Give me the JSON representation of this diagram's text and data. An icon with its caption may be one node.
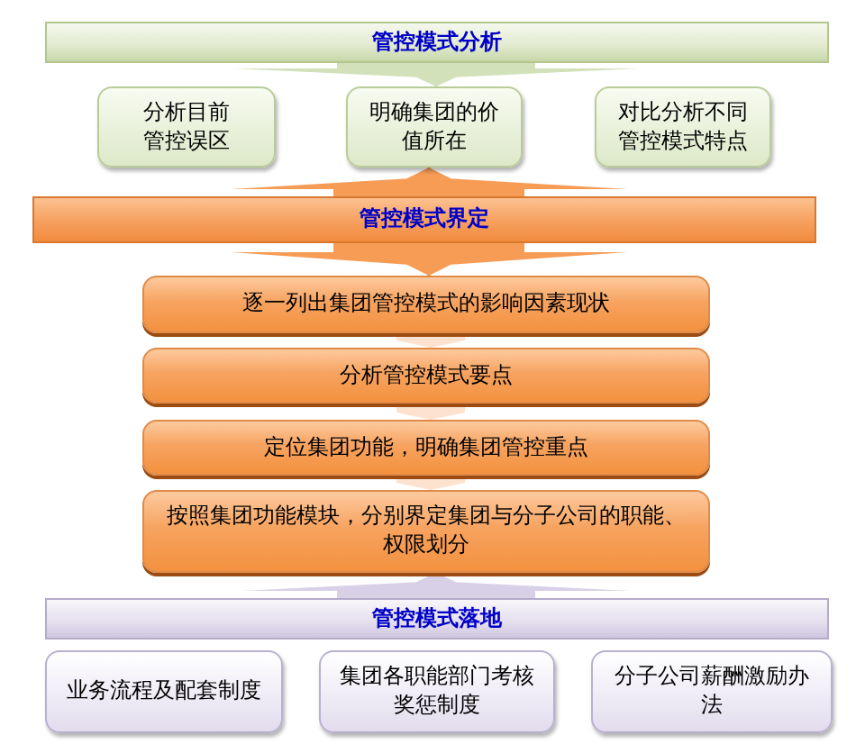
{
  "diagram": {
    "nodes": [
      {
        "text": [
          "管控模式分析"
        ]
      },
      {
        "text": [
          "分析目前管控误区"
        ]
      },
      {
        "text": [
          "明确集团的价值所在"
        ]
      },
      {
        "text": [
          "对比分析不同管控模式特点"
        ]
      },
      {
        "text": [
          "管控模式界定"
        ]
      },
      {
        "text": [
          "逐一列出集团管控模式的影响因素现状"
        ]
      },
      {
        "text": [
          "分析管控模式要点"
        ]
      },
      {
        "text": [
          "定位集团功能，明确集团管控重点"
        ]
      },
      {
        "text": [
          "按照集团功能模块，分别界定集团与分子公司的职能、权限划分"
        ]
      },
      {
        "text": [
          "管控模式落地"
        ]
      },
      {
        "text": [
          "业务流程及配套制度"
        ]
      },
      {
        "text": [
          "集团各职能部门考核奖惩制度"
        ]
      },
      {
        "text": [
          "分子公司薪酬激励办法"
        ]
      }
    ],
    "edges": [
      {
        "from": 0,
        "to": 2,
        "arrow": "to",
        "color": "#d3e1bb"
      },
      {
        "from": 4,
        "to": 2,
        "arrow": "to",
        "color": "#f69c55"
      },
      {
        "from": 4,
        "to": 5,
        "arrow": "to",
        "color": "#f69c55"
      },
      {
        "from": 5,
        "to": 6,
        "arrow": "to",
        "color": "#fde3cf"
      },
      {
        "from": 6,
        "to": 7,
        "arrow": "to",
        "color": "#fde3cf"
      },
      {
        "from": 7,
        "to": 8,
        "arrow": "to",
        "color": "#fde3cf"
      },
      {
        "from": 9,
        "to": 8,
        "arrow": "to",
        "color": "#d8d0e6"
      }
    ]
  }
}
